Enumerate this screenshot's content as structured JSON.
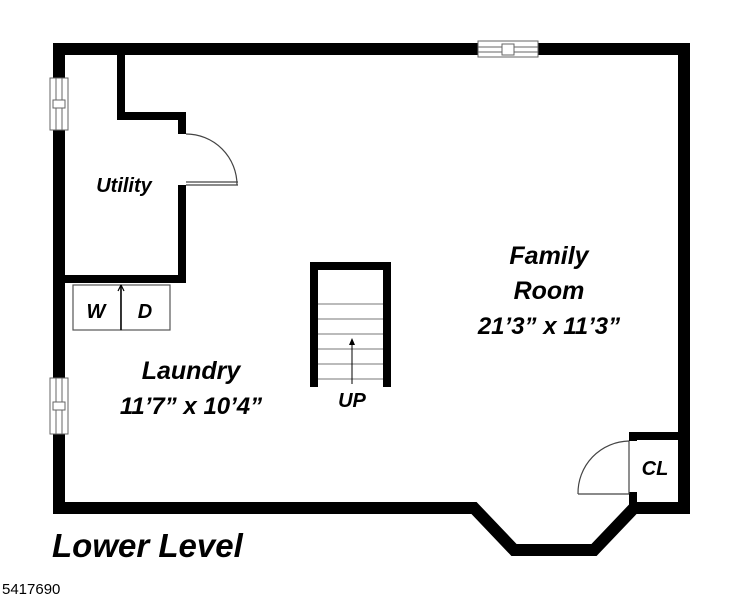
{
  "rooms": {
    "utility": {
      "name": "Utility"
    },
    "family_room": {
      "name_line1": "Family",
      "name_line2": "Room",
      "dimensions": "21’3” x 11’3”"
    },
    "laundry": {
      "name": "Laundry",
      "dimensions": "11’7” x 10’4”"
    },
    "closet": {
      "name": "CL"
    }
  },
  "appliances": {
    "washer": "W",
    "dryer": "D"
  },
  "stairs": {
    "direction_label": "UP"
  },
  "level_title": "Lower Level",
  "listing_id": "5417690",
  "colors": {
    "wall": "#000000",
    "background": "#ffffff",
    "fixture_line": "#555555"
  }
}
